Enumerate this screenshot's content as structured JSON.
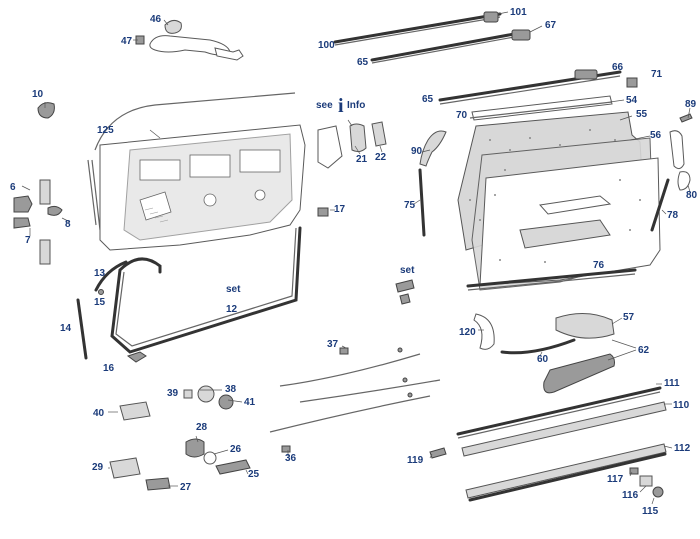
{
  "diagram": {
    "info_label": {
      "prefix": "see",
      "icon": "i",
      "suffix": "Info"
    },
    "set_labels": [
      "set",
      "set"
    ],
    "callouts": {
      "c46": "46",
      "c47": "47",
      "c101": "101",
      "c67": "67",
      "c100": "100",
      "c65a": "65",
      "c66": "66",
      "c71": "71",
      "c65b": "65",
      "c54": "54",
      "c89": "89",
      "c70": "70",
      "c55": "55",
      "c56": "56",
      "c10": "10",
      "c125": "125",
      "c21": "21",
      "c22": "22",
      "c90": "90",
      "c80": "80",
      "c6": "6",
      "c8": "8",
      "c7": "7",
      "c17": "17",
      "c75": "75",
      "c78": "78",
      "c76": "76",
      "c13": "13",
      "c15": "15",
      "c14": "14",
      "c12": "12",
      "c16": "16",
      "c57": "57",
      "c120": "120",
      "c62": "62",
      "c37": "37",
      "c60": "60",
      "c39": "39",
      "c38": "38",
      "c41": "41",
      "c40": "40",
      "c111": "111",
      "c110": "110",
      "c28": "28",
      "c26": "26",
      "c36": "36",
      "c112": "112",
      "c29": "29",
      "c25": "25",
      "c119": "119",
      "c27": "27",
      "c117": "117",
      "c116": "116",
      "c115": "115"
    }
  }
}
